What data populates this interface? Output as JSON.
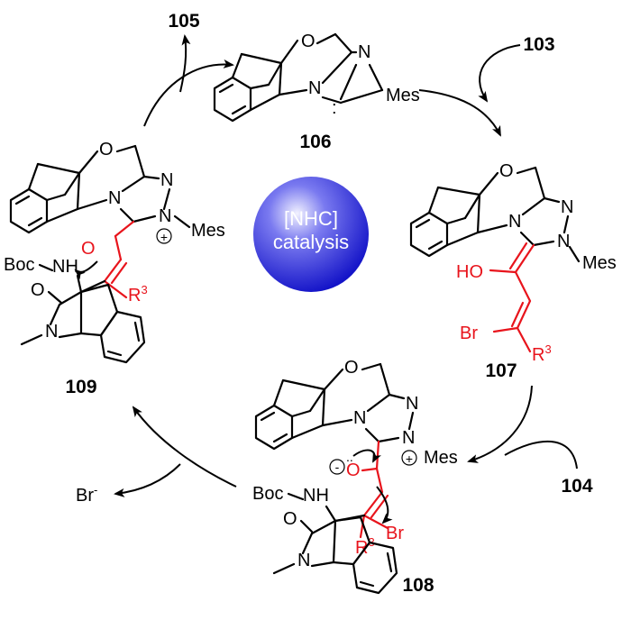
{
  "compounds": {
    "c105": "105",
    "c103": "103",
    "c106": "106",
    "c107": "107",
    "c104": "104",
    "c108": "108",
    "c109": "109"
  },
  "center": {
    "line1": "[NHC]",
    "line2": "catalysis"
  },
  "byproduct": {
    "text": "Br",
    "charge": "-"
  },
  "atoms": {
    "O": "O",
    "N": "N",
    "Mes": "Mes",
    "HO": "HO",
    "Br": "Br",
    "R": "R",
    "R_sup": "3",
    "Boc": "Boc",
    "NH": "NH",
    "plus": "+",
    "minus": "-",
    "dots": ":",
    "lone_pair": ".."
  },
  "colors": {
    "highlight": "#e8141c",
    "sphere": "#2b2bd9"
  }
}
